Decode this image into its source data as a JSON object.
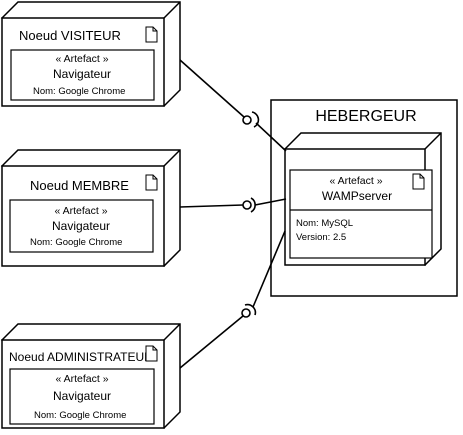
{
  "clients": [
    {
      "node_label": "Noeud VISITEUR",
      "artifact_stereotype": "« Artefact »",
      "artifact_name": "Navigateur",
      "artifact_prop": "Nom: Google Chrome"
    },
    {
      "node_label": "Noeud MEMBRE",
      "artifact_stereotype": "« Artefact »",
      "artifact_name": "Navigateur",
      "artifact_prop": "Nom: Google Chrome"
    },
    {
      "node_label": "Noeud ADMINISTRATEUR",
      "artifact_stereotype": "« Artefact »",
      "artifact_name": "Navigateur",
      "artifact_prop": "Nom: Google Chrome"
    }
  ],
  "server": {
    "node_label": "HEBERGEUR",
    "artifact_stereotype": "« Artefact »",
    "artifact_name": "WAMPserver",
    "props": [
      "Nom: MySQL",
      "Version: 2.5"
    ]
  }
}
